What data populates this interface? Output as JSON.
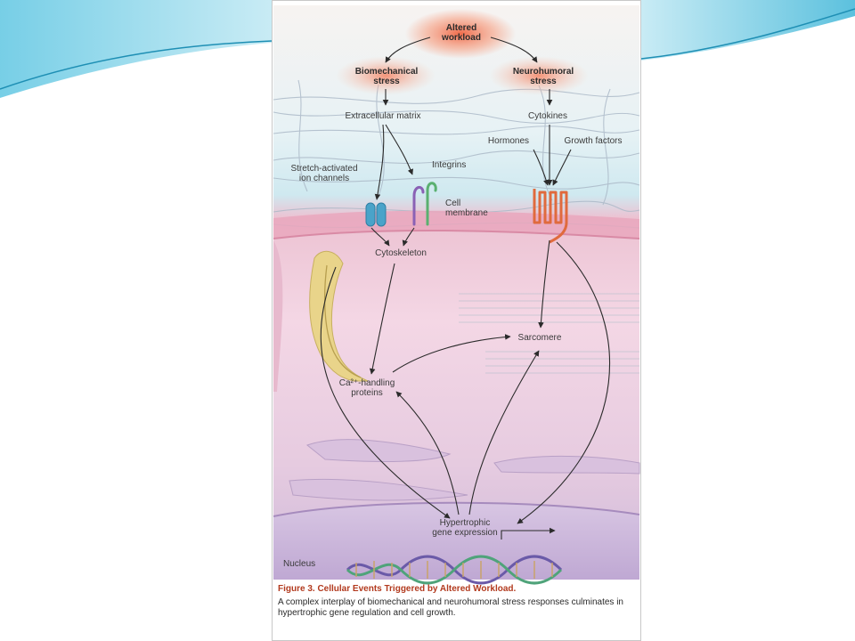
{
  "diagram": {
    "nodes": {
      "altered_workload": "Altered\nworkload",
      "biomechanical_stress": "Biomechanical\nstress",
      "neurohumoral_stress": "Neurohumoral\nstress",
      "extracellular_matrix": "Extracellular matrix",
      "cytokines": "Cytokines",
      "hormones": "Hormones",
      "growth_factors": "Growth factors",
      "integrins": "Integrins",
      "stretch_channels": "Stretch-activated\nion channels",
      "cell_membrane": "Cell\nmembrane",
      "cytoskeleton": "Cytoskeleton",
      "sarcomere": "Sarcomere",
      "ca_handling": "Ca²⁺-handling\nproteins",
      "hypertrophic_gene": "Hypertrophic\ngene expression",
      "nucleus": "Nucleus"
    },
    "caption": {
      "title": "Figure 3. Cellular Events Triggered by Altered Workload.",
      "body": "A complex interplay of biomechanical and neurohumoral stress responses culminates in hypertrophic gene regulation and cell growth."
    },
    "colors": {
      "title_red": "#b23a1e",
      "extracellular_blue": "#cfe9f0",
      "membrane_pink": "#e9a7bd",
      "cytoplasm_pink": "#f4d7e5",
      "nucleus_purple": "#cdb9d9",
      "slide_accent": "#3fb6d8"
    }
  }
}
